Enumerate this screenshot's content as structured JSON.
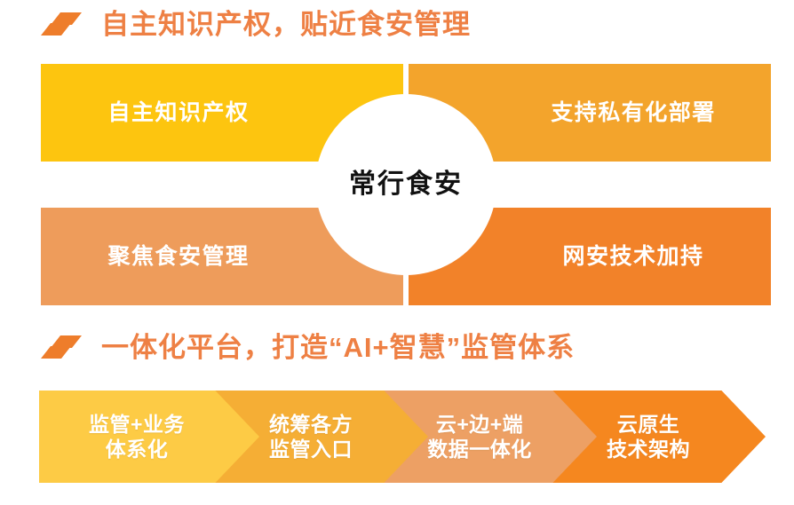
{
  "colors": {
    "heading_text": "#ee8044",
    "flag_icon": "#ee7d2b",
    "quad_top_left": "#fdc50f",
    "quad_top_right": "#f3a42c",
    "quad_bottom_left": "#ee9c5b",
    "quad_bottom_right": "#f28229",
    "center_text": "#111111",
    "chevron_1": "#fdcb45",
    "chevron_2": "#f5ae35",
    "chevron_3": "#eda064",
    "chevron_4": "#f5871f",
    "background": "#ffffff"
  },
  "sections": [
    {
      "icon": "flag-parallelogram-icon",
      "heading": "自主知识产权，贴近食安管理"
    },
    {
      "icon": "flag-parallelogram-icon",
      "heading": "一体化平台，打造“AI+智慧”监管体系"
    }
  ],
  "quadrant": {
    "center_label": "常行食安",
    "cells": [
      {
        "position": "top-left",
        "label": "自主知识产权"
      },
      {
        "position": "top-right",
        "label": "支持私有化部署"
      },
      {
        "position": "bottom-left",
        "label": "聚焦食安管理"
      },
      {
        "position": "bottom-right",
        "label": "网安技术加持"
      }
    ]
  },
  "chevrons": [
    {
      "label": "监管+业务\n体系化"
    },
    {
      "label": "统筹各方\n监管入口"
    },
    {
      "label": "云+边+端\n数据一体化"
    },
    {
      "label": "云原生\n技术架构"
    }
  ]
}
